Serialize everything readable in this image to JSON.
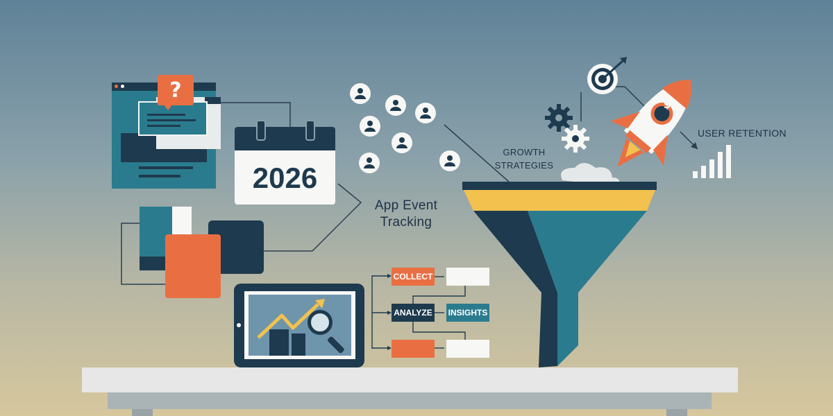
{
  "calendar": {
    "year": "2026"
  },
  "labels": {
    "app_event_tracking_line1": "App Event",
    "app_event_tracking_line2": "Tracking",
    "growth_line1": "GROWTH",
    "growth_line2": "STRATEGIES",
    "user_retention": "USER RETENTION"
  },
  "flowchart": {
    "collect": "COLLECT",
    "analyze": "ANALYZE",
    "insights": "INSIGHTS"
  },
  "icons": {
    "question": "?",
    "dollar": "$"
  },
  "colors": {
    "navy": "#1e3a4e",
    "teal": "#2b7b8e",
    "orange": "#e96f43",
    "yellow": "#f2c14e",
    "white": "#f7f7f5"
  }
}
